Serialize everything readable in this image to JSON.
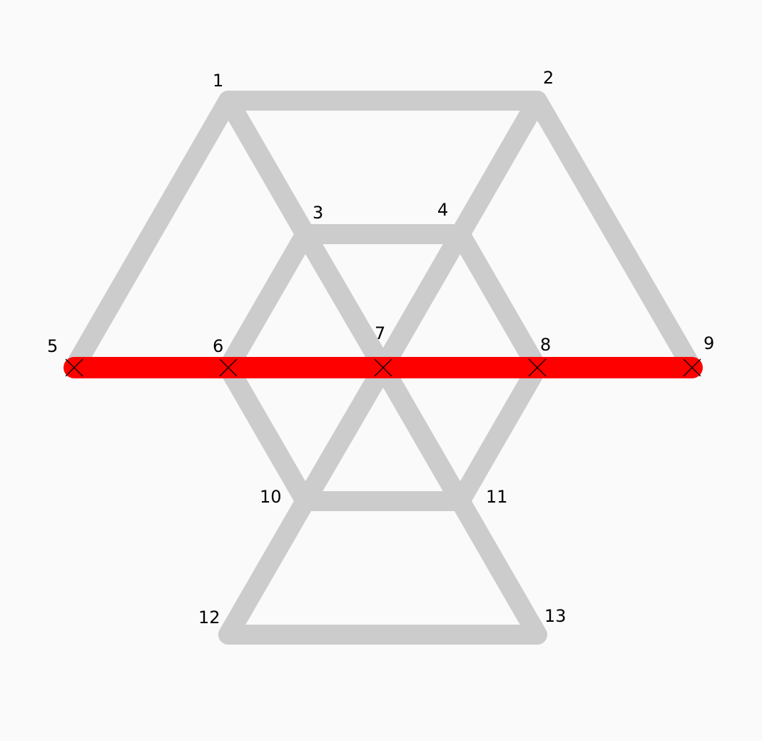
{
  "graph": {
    "nodes": [
      {
        "id": "1",
        "label": "1"
      },
      {
        "id": "2",
        "label": "2"
      },
      {
        "id": "3",
        "label": "3"
      },
      {
        "id": "4",
        "label": "4"
      },
      {
        "id": "5",
        "label": "5"
      },
      {
        "id": "6",
        "label": "6"
      },
      {
        "id": "7",
        "label": "7"
      },
      {
        "id": "8",
        "label": "8"
      },
      {
        "id": "9",
        "label": "9"
      },
      {
        "id": "10",
        "label": "10"
      },
      {
        "id": "11",
        "label": "11"
      },
      {
        "id": "12",
        "label": "12"
      },
      {
        "id": "13",
        "label": "13"
      }
    ],
    "edges": [
      [
        "1",
        "2"
      ],
      [
        "1",
        "5"
      ],
      [
        "1",
        "3"
      ],
      [
        "2",
        "4"
      ],
      [
        "2",
        "9"
      ],
      [
        "3",
        "4"
      ],
      [
        "3",
        "6"
      ],
      [
        "3",
        "7"
      ],
      [
        "4",
        "7"
      ],
      [
        "4",
        "8"
      ],
      [
        "7",
        "10"
      ],
      [
        "7",
        "11"
      ],
      [
        "6",
        "10"
      ],
      [
        "8",
        "11"
      ],
      [
        "10",
        "11"
      ],
      [
        "10",
        "12"
      ],
      [
        "11",
        "13"
      ],
      [
        "12",
        "13"
      ]
    ],
    "highlighted_path": [
      "5",
      "6",
      "7",
      "8",
      "9"
    ],
    "marked_nodes": [
      "5",
      "6",
      "7",
      "8",
      "9"
    ],
    "colors": {
      "edge": "#cccccc",
      "highlight": "#ff0000",
      "marker": "#000000",
      "background": "#fafafa"
    }
  }
}
